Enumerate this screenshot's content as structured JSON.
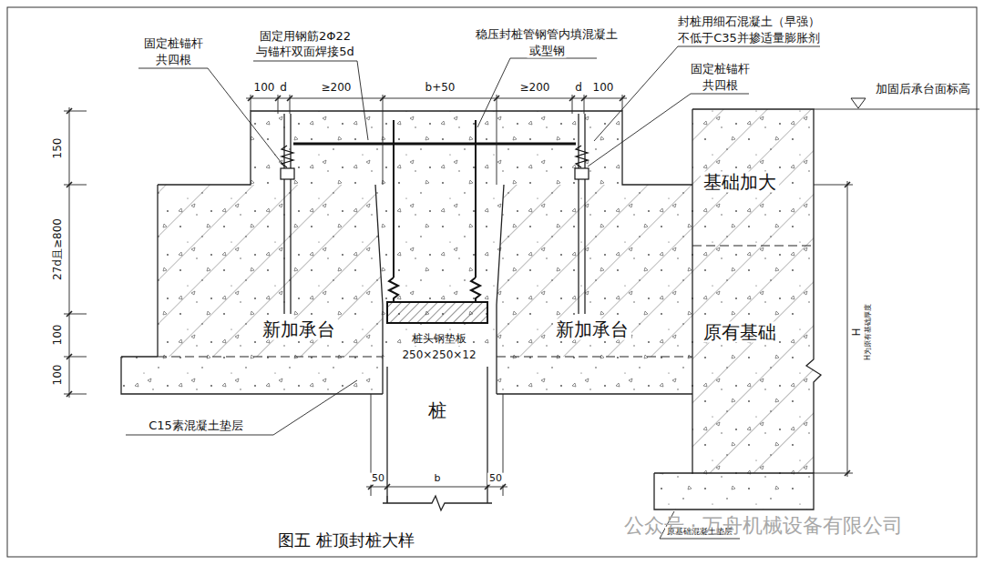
{
  "diagram": {
    "caption": "图五 桩顶封桩大样",
    "nodes": [
      {
        "text": [
          "新加承台"
        ]
      },
      {
        "text": [
          "新加承台"
        ]
      },
      {
        "text": [
          "基础加大",
          "原有基础"
        ]
      },
      {
        "text": [
          "桩"
        ]
      }
    ],
    "labels": [
      "固定用钢筋2Φ22",
      "与锚杆双面焊接5d",
      "稳压封桩管钢管内填混凝土",
      "或型钢",
      "封桩用细石混凝土（早强）",
      "不低于C35并掺适量膨胀剂",
      "固定桩锚杆",
      "共四根",
      "固定桩锚杆",
      "共四根",
      "加固后承台面标高",
      "100",
      "d",
      "≥200",
      "b+50",
      "≥200",
      "d",
      "100",
      "150",
      "27d且≥800",
      "100",
      "100",
      "桩头钢垫板",
      "250×250×12",
      "50",
      "b",
      "50",
      "C15素混凝土垫层",
      "H",
      "H为原有基础厚度",
      "原基础混凝土垫层",
      "公众号 · 万舟机械设备有限公司"
    ]
  }
}
